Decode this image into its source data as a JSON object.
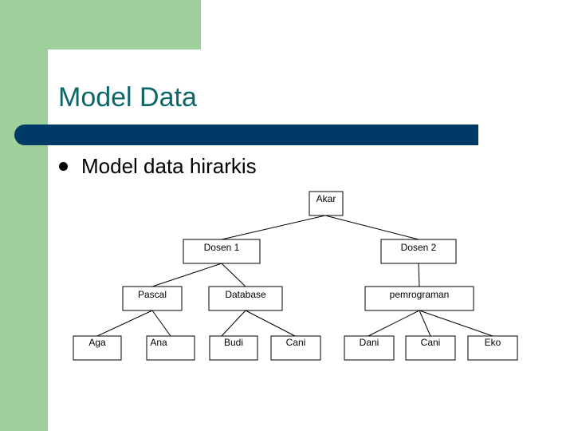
{
  "slide": {
    "title": "Model Data",
    "bullet": "Model data hirarkis"
  },
  "colors": {
    "sidebar": "#9fcf9a",
    "title": "#0d6666",
    "title_bar": "#003a66"
  },
  "tree": {
    "root": "Akar",
    "level1": [
      "Dosen 1",
      "Dosen 2"
    ],
    "level2": [
      "Pascal",
      "Database",
      "pemrograman"
    ],
    "level3": [
      "Aga",
      "Ana",
      "Budi",
      "Cani",
      "Dani",
      "Cani",
      "Eko"
    ]
  }
}
